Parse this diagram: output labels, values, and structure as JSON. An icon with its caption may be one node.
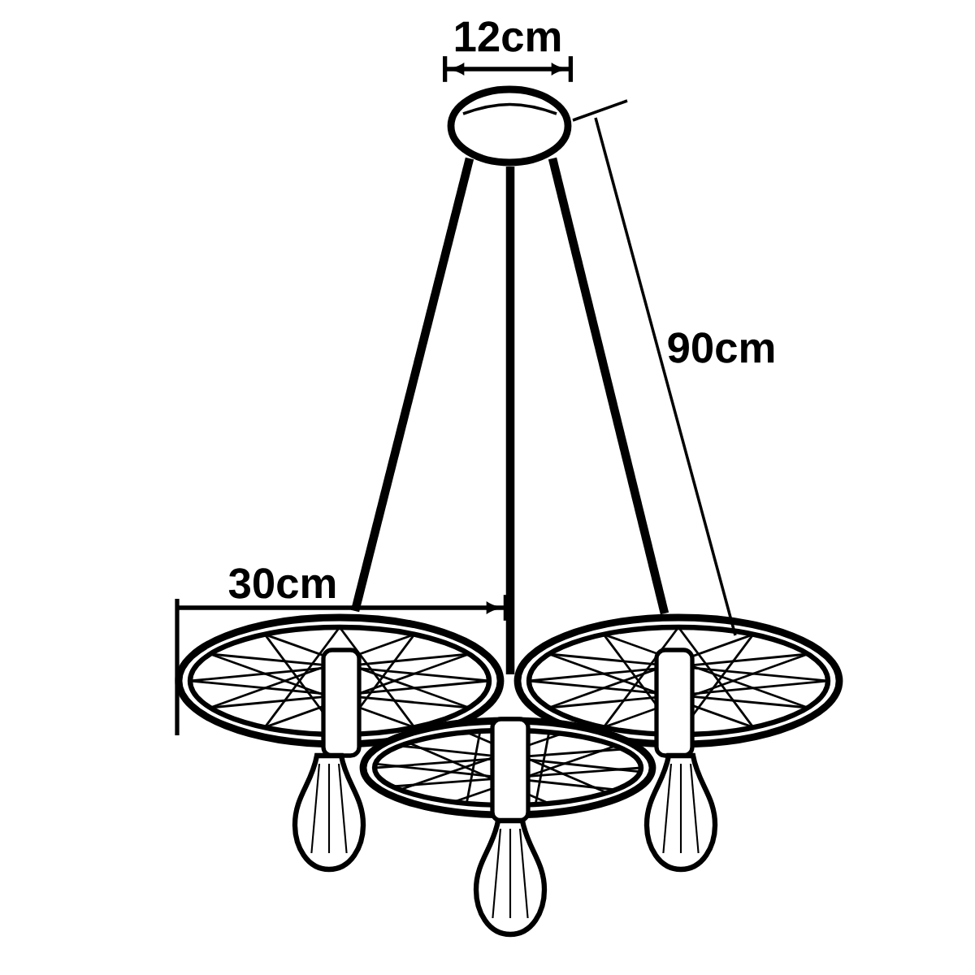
{
  "diagram": {
    "labels": [
      "12cm",
      "90cm",
      "30cm"
    ]
  }
}
